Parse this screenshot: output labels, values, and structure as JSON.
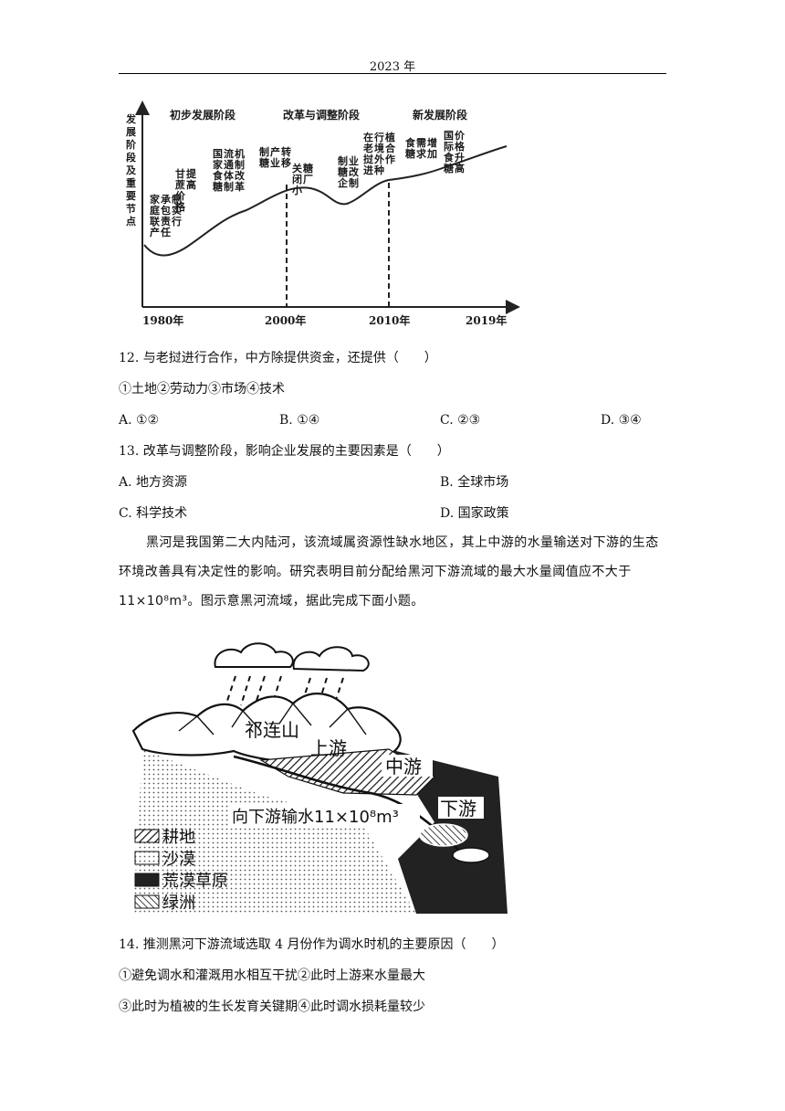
{
  "header": {
    "year": "2023 年"
  },
  "chart_data": {
    "type": "line",
    "ylabel": "发展阶段及重要节点",
    "x_ticks": [
      "1980年",
      "2000年",
      "2010年",
      "2019年"
    ],
    "stages": [
      "初步发展阶段",
      "改革与调整阶段",
      "新发展阶段"
    ],
    "stage_boundaries_years": [
      2000,
      2010
    ],
    "annotations": [
      {
        "text": "家庭联产承包责任制实行",
        "year": 1982
      },
      {
        "text": "甘蔗价格提高",
        "year": 1987
      },
      {
        "text": "国家食糖流通体制机制改革",
        "year": 1992
      },
      {
        "text": "制糖产业转移",
        "year": 1996
      },
      {
        "text": "关闭小糖厂",
        "year": 2002
      },
      {
        "text": "制糖企业改制",
        "year": 2006
      },
      {
        "text": "在老挝进行境外种植合作",
        "year": 2010
      },
      {
        "text": "食糖需求增加",
        "year": 2012
      },
      {
        "text": "国际食糖价格升高",
        "year": 2016
      }
    ]
  },
  "chart_texts": {
    "stage1": "初步发展阶段",
    "stage2": "改革与调整阶段",
    "stage3": "新发展阶段",
    "ylabel": "发展阶段及重要节点",
    "ann1": "家庭联产承包责任制实行",
    "ann2": "甘蔗价格提高",
    "ann3": "国家食糖流通体制机制改革",
    "ann4": "制糖产业转移",
    "ann5": "关闭小糖厂",
    "ann6": "制糖企业改制",
    "ann7": "在老挝进行境外种植合作",
    "ann8": "食糖需求增加",
    "ann9": "国际食糖价格升高",
    "x1": "1980年",
    "x2": "2000年",
    "x3": "2010年",
    "x4": "2019年"
  },
  "q12": {
    "stem": "12. 与老挝进行合作，中方除提供资金，还提供（　　）",
    "items": "①土地②劳动力③市场④技术",
    "options": [
      "A. ①②",
      "B. ①④",
      "C. ②③",
      "D. ③④"
    ]
  },
  "q13": {
    "stem": "13. 改革与调整阶段，影响企业发展的主要因素是（　　）",
    "options": [
      "A. 地方资源",
      "B. 全球市场",
      "C. 科学技术",
      "D. 国家政策"
    ]
  },
  "passage": "黑河是我国第二大内陆河，该流域属资源性缺水地区，其上中游的水量输送对下游的生态环境改善具有决定性的影响。研究表明目前分配给黑河下游流域的最大水量阈值应不大于11×10⁸m³。图示意黑河流域，据此完成下面小题。",
  "map": {
    "mountain": "祁连山",
    "upper": "上游",
    "middle": "中游",
    "lower": "下游",
    "transfer": "向下游输水11×10⁸m³",
    "legend": [
      "耕地",
      "沙漠",
      "荒漠草原",
      "绿洲"
    ]
  },
  "q14": {
    "stem": "14. 推测黑河下游流域选取 4 月份作为调水时机的主要原因（　　）",
    "line1": "①避免调水和灌溉用水相互干扰②此时上游来水量最大",
    "line2": "③此时为植被的生长发育关键期④此时调水损耗量较少"
  }
}
